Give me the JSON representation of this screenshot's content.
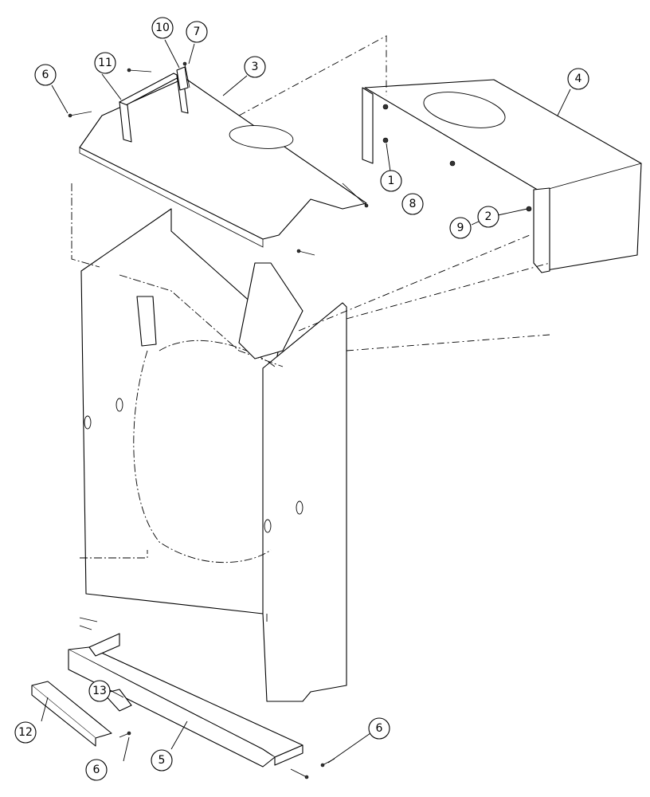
{
  "diagram": {
    "callouts": [
      {
        "id": "callout-1",
        "label": "1"
      },
      {
        "id": "callout-2",
        "label": "2"
      },
      {
        "id": "callout-3",
        "label": "3"
      },
      {
        "id": "callout-4",
        "label": "4"
      },
      {
        "id": "callout-5",
        "label": "5"
      },
      {
        "id": "callout-6a",
        "label": "6"
      },
      {
        "id": "callout-6b",
        "label": "6"
      },
      {
        "id": "callout-6c",
        "label": "6"
      },
      {
        "id": "callout-7",
        "label": "7"
      },
      {
        "id": "callout-8",
        "label": "8"
      },
      {
        "id": "callout-9",
        "label": "9"
      },
      {
        "id": "callout-10",
        "label": "10"
      },
      {
        "id": "callout-11",
        "label": "11"
      },
      {
        "id": "callout-12",
        "label": "12"
      },
      {
        "id": "callout-13",
        "label": "13"
      }
    ]
  }
}
